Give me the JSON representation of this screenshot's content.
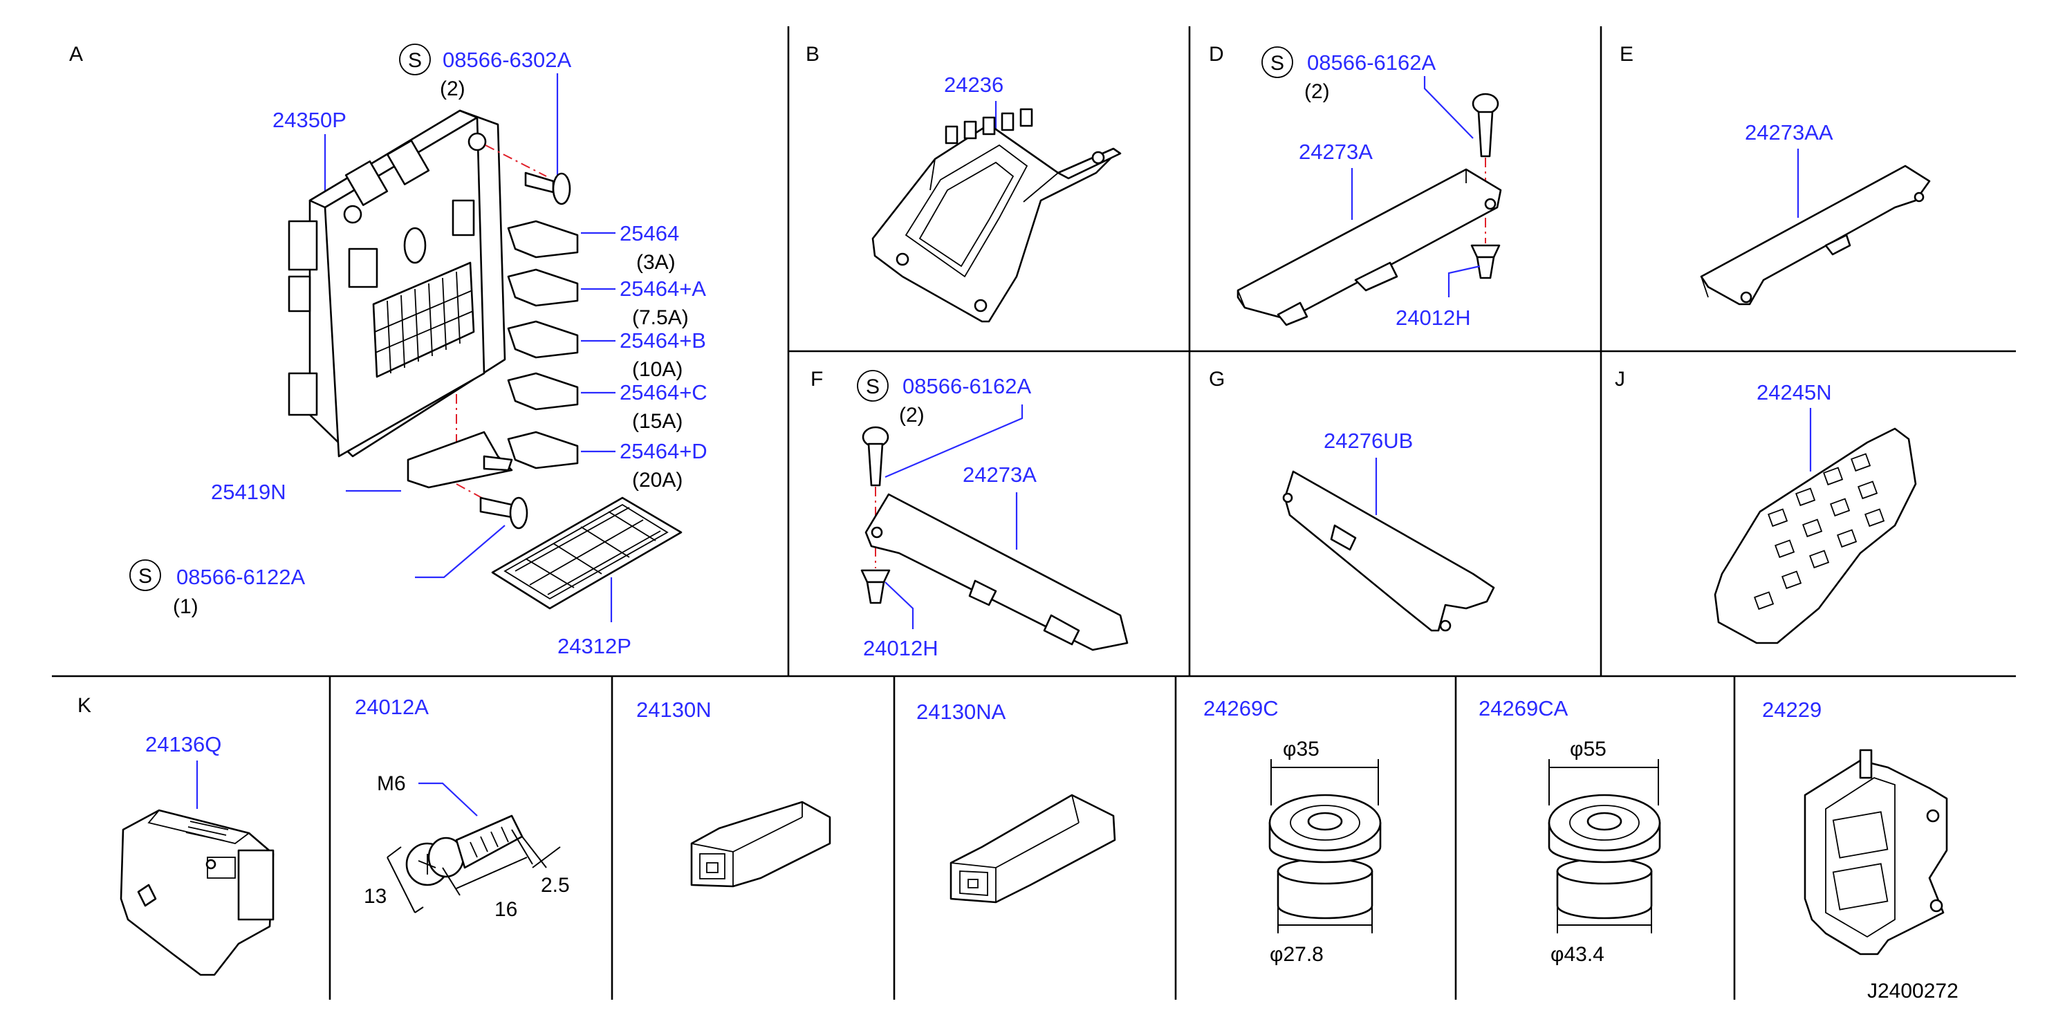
{
  "sections": {
    "A": {
      "label": "A",
      "parts": {
        "screw_top": "08566-6302A",
        "screw_top_qty": "(2)",
        "box": "24350P",
        "fuse": "25464",
        "fuse_rating": "(3A)",
        "fuse_a": "25464+A",
        "fuse_a_rating": "(7.5A)",
        "fuse_b": "25464+B",
        "fuse_b_rating": "(10A)",
        "fuse_c": "25464+C",
        "fuse_c_rating": "(15A)",
        "fuse_d": "25464+D",
        "fuse_d_rating": "(20A)",
        "bracket": "25419N",
        "screw_bottom": "08566-6122A",
        "screw_bottom_qty": "(1)",
        "cover": "24312P"
      },
      "s_mark": "S"
    },
    "B": {
      "label": "B",
      "part": "24236"
    },
    "D": {
      "label": "D",
      "screw": "08566-6162A",
      "screw_qty": "(2)",
      "bracket": "24273A",
      "clip": "24012H",
      "s_mark": "S"
    },
    "E": {
      "label": "E",
      "part": "24273AA"
    },
    "F": {
      "label": "F",
      "screw": "08566-6162A",
      "screw_qty": "(2)",
      "bracket": "24273A",
      "clip": "24012H",
      "s_mark": "S"
    },
    "G": {
      "label": "G",
      "part": "24276UB"
    },
    "J": {
      "label": "J",
      "part": "24245N"
    },
    "K": {
      "label": "K",
      "part": "24136Q"
    },
    "bolt": {
      "part": "24012A",
      "thread": "M6",
      "dim_head": "13",
      "dim_length": "16",
      "dim_2_5": "2.5"
    },
    "conn1": {
      "part": "24130N"
    },
    "conn2": {
      "part": "24130NA"
    },
    "grommet1": {
      "part": "24269C",
      "outer_dia": "φ35",
      "inner_dia": "φ27.8"
    },
    "grommet2": {
      "part": "24269CA",
      "outer_dia": "φ55",
      "inner_dia": "φ43.4"
    },
    "holder": {
      "part": "24229"
    }
  },
  "diagram_code": "J2400272",
  "colors": {
    "part_number": "#2a2aff",
    "centerline": "#e0202a",
    "line": "#000000"
  }
}
